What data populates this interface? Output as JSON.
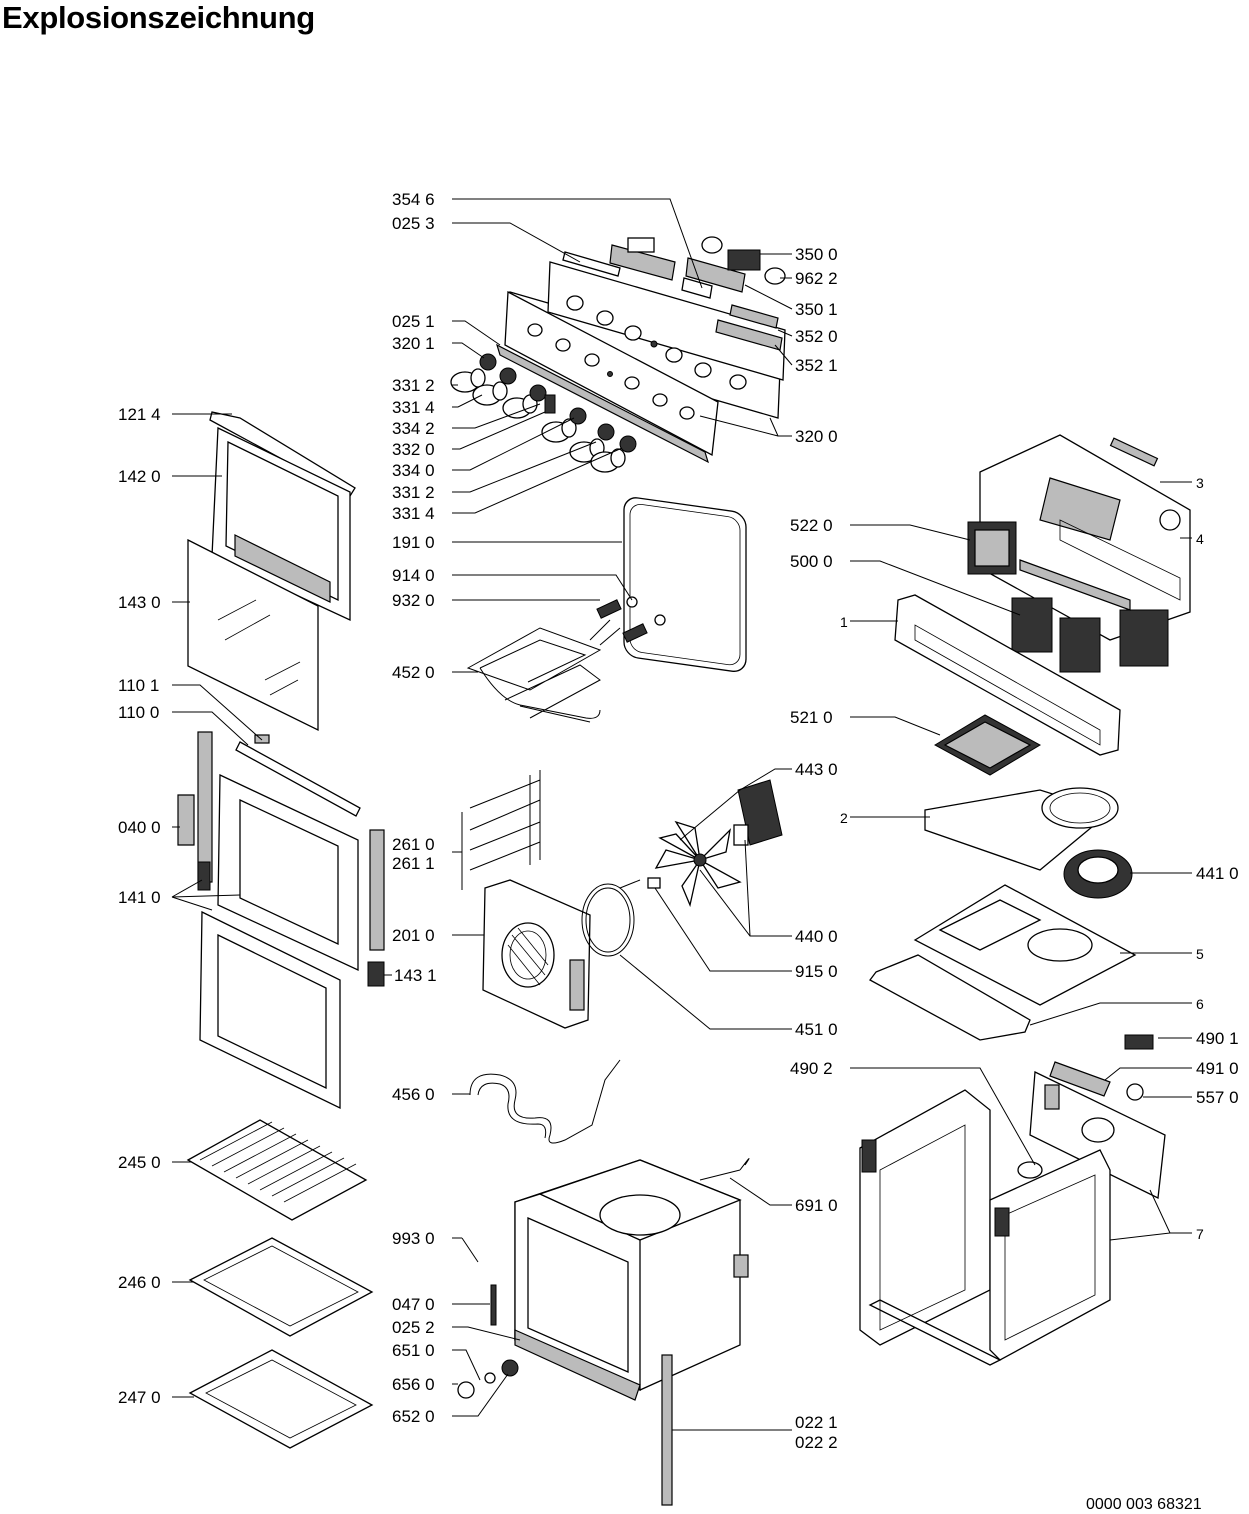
{
  "title": "Explosionszeichnung",
  "document_code": "0000 003 68321",
  "callouts": [
    {
      "text": "354 6"
    },
    {
      "text": "025 3"
    },
    {
      "text": "350 0"
    },
    {
      "text": "962 2"
    },
    {
      "text": "350 1"
    },
    {
      "text": "352 0"
    },
    {
      "text": "352 1"
    },
    {
      "text": "025 1"
    },
    {
      "text": "320 1"
    },
    {
      "text": "331 2"
    },
    {
      "text": "331 4"
    },
    {
      "text": "334 2"
    },
    {
      "text": "332 0"
    },
    {
      "text": "334 0"
    },
    {
      "text": "331 2"
    },
    {
      "text": "331 4"
    },
    {
      "text": "320 0"
    },
    {
      "text": "121 4"
    },
    {
      "text": "142 0"
    },
    {
      "text": "191 0"
    },
    {
      "text": "914 0"
    },
    {
      "text": "932 0"
    },
    {
      "text": "143 0"
    },
    {
      "text": "452 0"
    },
    {
      "text": "110 1"
    },
    {
      "text": "110 0"
    },
    {
      "text": "040 0"
    },
    {
      "text": "141 0"
    },
    {
      "text": "261 0"
    },
    {
      "text": "261 1"
    },
    {
      "text": "201 0"
    },
    {
      "text": "143 1"
    },
    {
      "text": "443 0"
    },
    {
      "text": "440 0"
    },
    {
      "text": "915 0"
    },
    {
      "text": "451 0"
    },
    {
      "text": "456 0"
    },
    {
      "text": "245 0"
    },
    {
      "text": "246 0"
    },
    {
      "text": "247 0"
    },
    {
      "text": "993 0"
    },
    {
      "text": "047 0"
    },
    {
      "text": "025 2"
    },
    {
      "text": "651 0"
    },
    {
      "text": "656 0"
    },
    {
      "text": "652 0"
    },
    {
      "text": "691 0"
    },
    {
      "text": "022 1"
    },
    {
      "text": "022 2"
    },
    {
      "text": "3"
    },
    {
      "text": "4"
    },
    {
      "text": "522 0"
    },
    {
      "text": "500 0"
    },
    {
      "text": "1"
    },
    {
      "text": "521 0"
    },
    {
      "text": "2"
    },
    {
      "text": "441 0"
    },
    {
      "text": "5"
    },
    {
      "text": "6"
    },
    {
      "text": "490 1"
    },
    {
      "text": "490 2"
    },
    {
      "text": "491 0"
    },
    {
      "text": "557 0"
    },
    {
      "text": "7"
    }
  ]
}
